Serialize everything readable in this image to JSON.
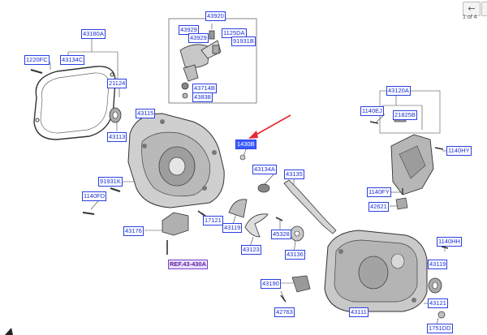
{
  "nav": {
    "back_icon": "arrow-left-icon",
    "forward_icon": "arrow-right-icon",
    "page_indicator": "1 of 4"
  },
  "colors": {
    "label_text": "#1a2fd6",
    "highlight_fill": "#3a5cff",
    "ref_fill": "#e6e2ff",
    "arrow": "#e8262e"
  },
  "callouts": [
    "43180A",
    "1220FC",
    "43134C",
    "21124",
    "43920",
    "43929",
    "43929",
    "1125DA",
    "91931B",
    "43714B",
    "43838",
    "43115",
    "43113",
    "1430B",
    "43120A",
    "1140EJ",
    "21825B",
    "1140HY",
    "43134A",
    "43135",
    "91931K",
    "1140FD",
    "1140FY",
    "42621",
    "17121",
    "43176",
    "43119",
    "45328",
    "43123",
    "43136",
    "1140HH",
    "43119",
    "43190",
    "43111",
    "42763",
    "43121",
    "1751DD"
  ],
  "reference": "REF.43-430A",
  "highlighted_callout": "1430B"
}
